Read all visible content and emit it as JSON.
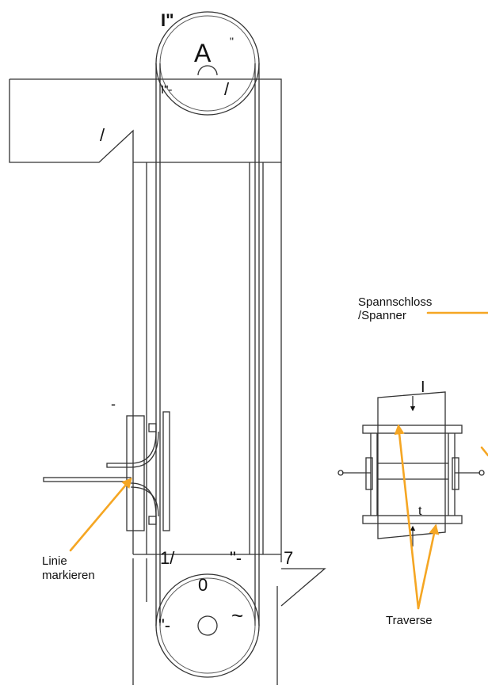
{
  "colors": {
    "annotation": "#f5a623",
    "line": "#333333"
  },
  "glyphs": {
    "top_i": "I\"",
    "top_a": "A",
    "top_quote": "\"",
    "top_marker": "I\"-",
    "top_slash": "/",
    "left_slash": "/",
    "dash": "-",
    "right_i": "I",
    "t": "t",
    "bottom_1": "1/",
    "bottom_q": "\"-",
    "seven": "7",
    "zero": "0",
    "bottom_q2": "\"-",
    "tilde": "~"
  },
  "labels": {
    "spannschloss_line1": "Spannschloss",
    "spannschloss_line2": "/Spanner",
    "linie_line1": "Linie",
    "linie_line2": "markieren",
    "traverse": "Traverse"
  }
}
